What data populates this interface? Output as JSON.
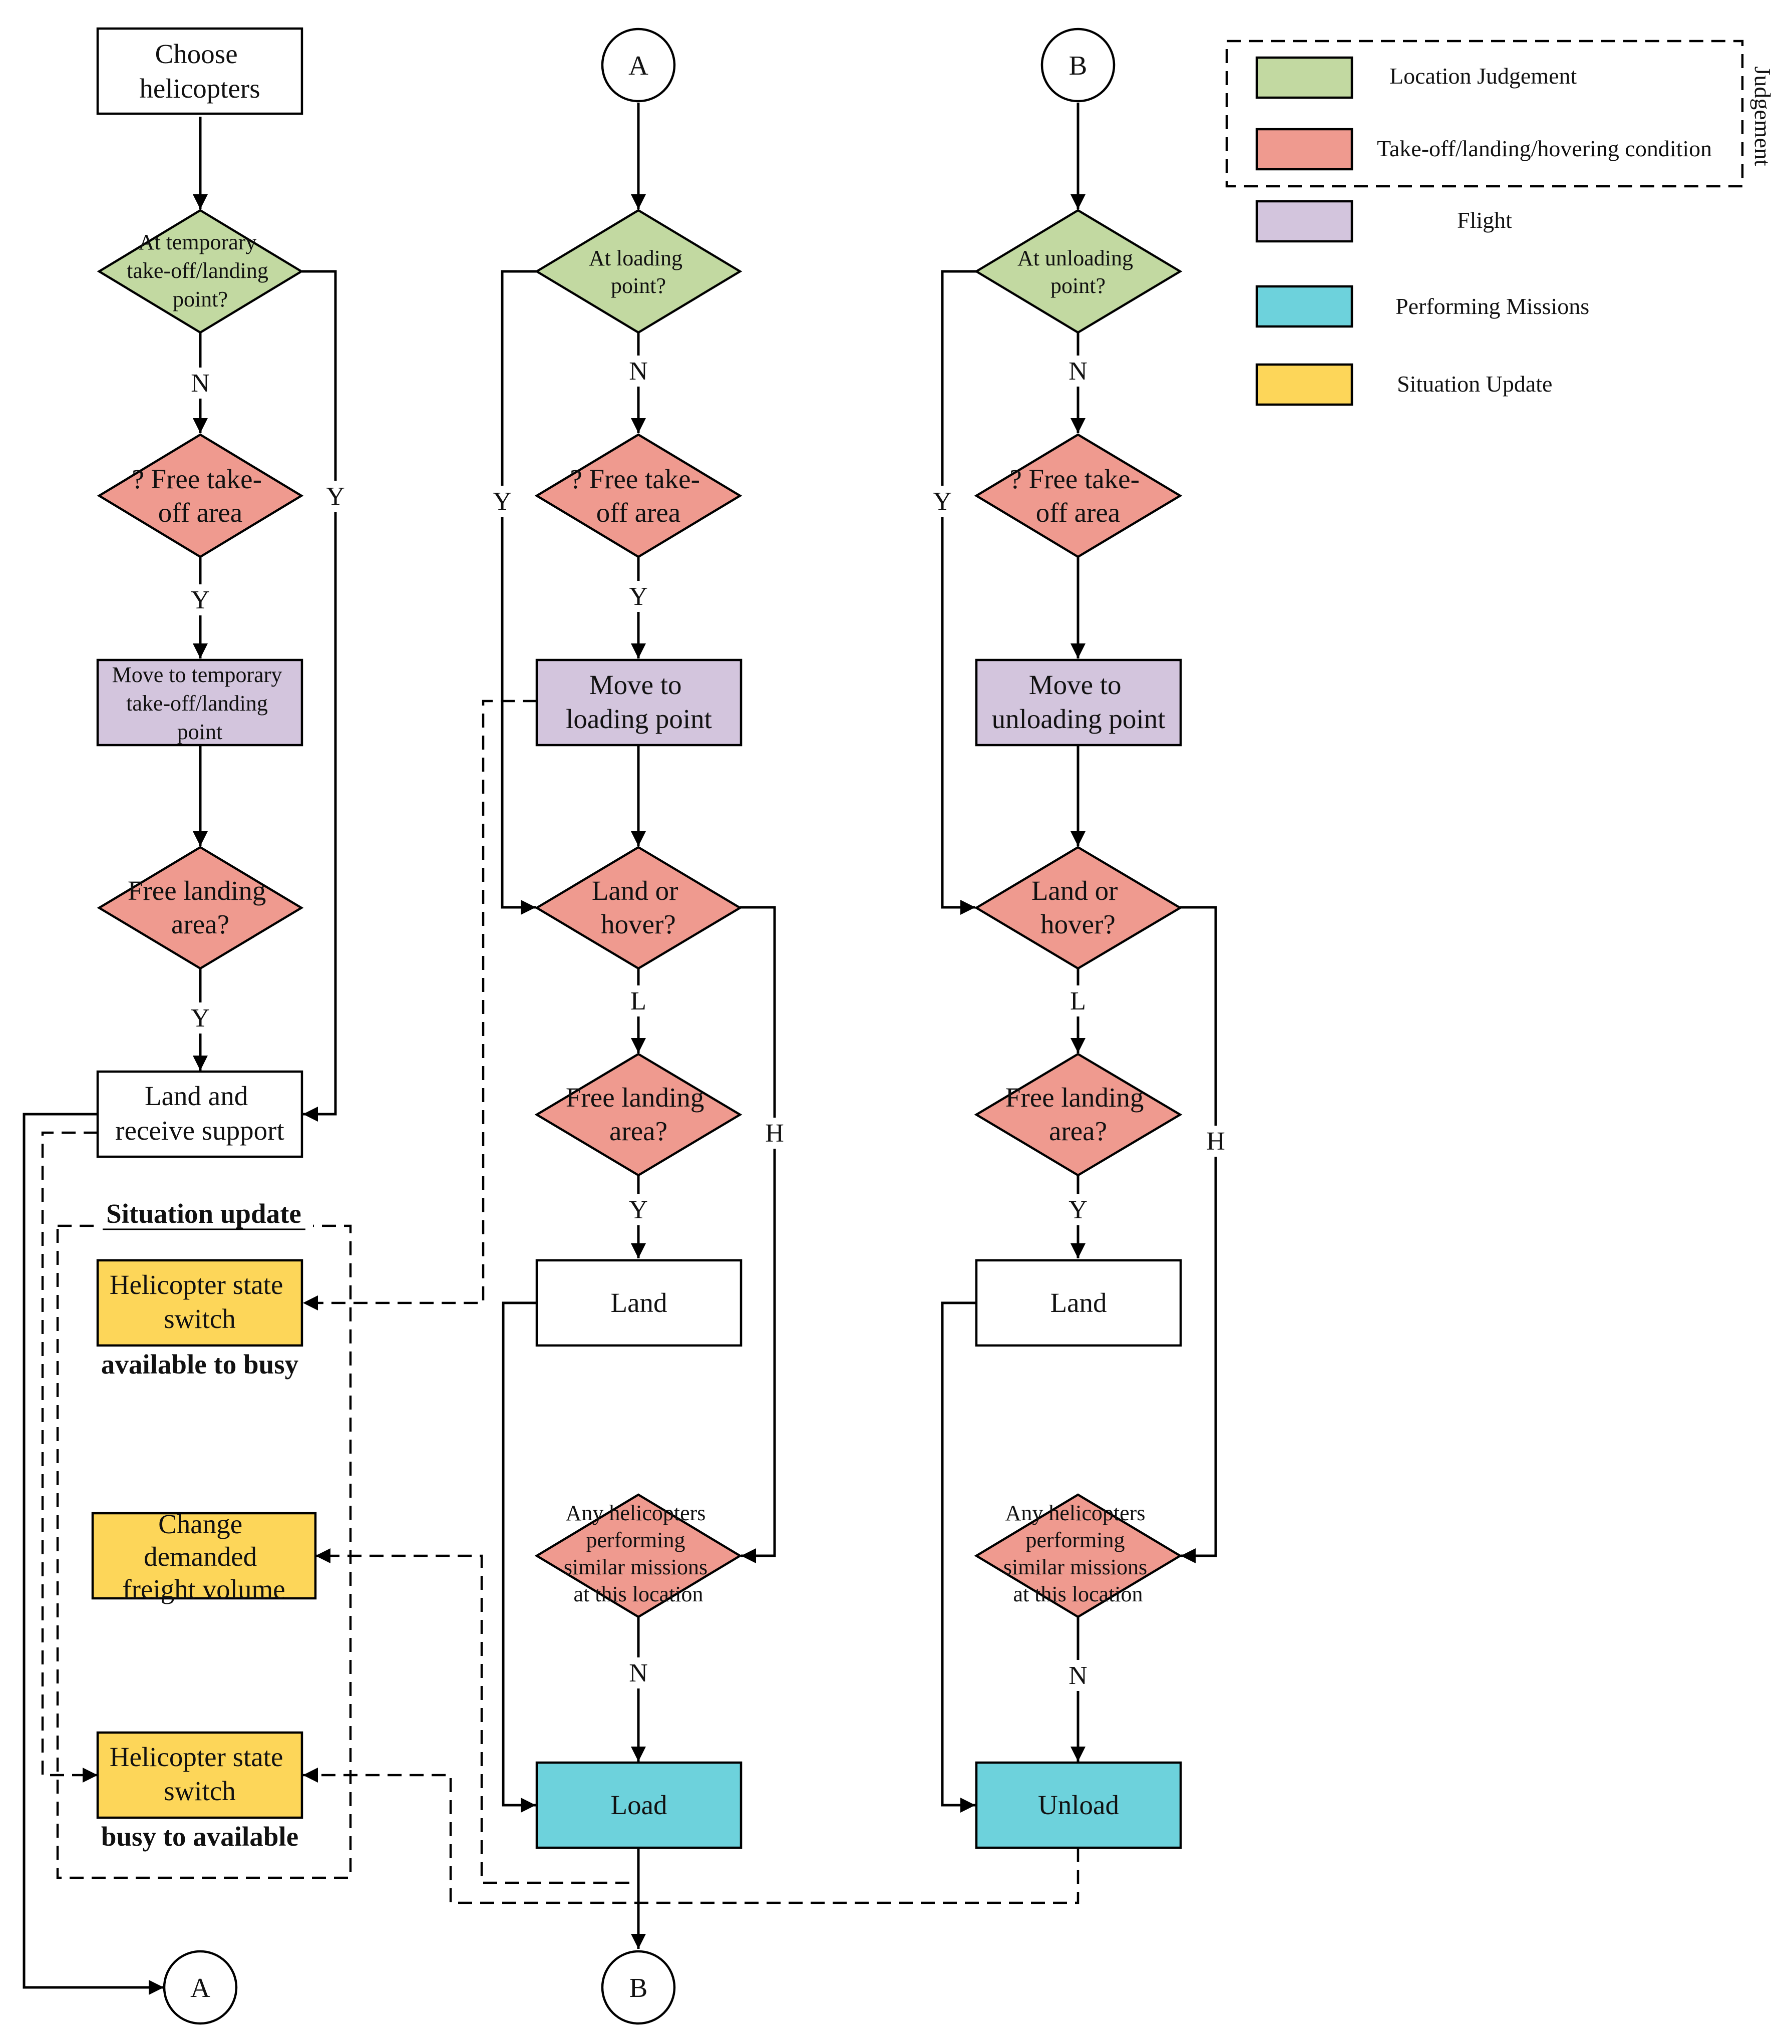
{
  "colors": {
    "location": "#c2d9a1",
    "condition": "#ef9a8f",
    "flight": "#d3c5dd",
    "mission": "#6dd2dc",
    "update": "#fdd659",
    "plain": "#ffffff"
  },
  "legend": {
    "location": "Location Judgement",
    "condition": "Take-off/landing/hovering condition",
    "group_label": "Judgement",
    "flight": "Flight",
    "mission": "Performing Missions",
    "update": "Situation Update"
  },
  "connectors": {
    "a": "A",
    "b": "B"
  },
  "col1": {
    "start": [
      "Choose",
      "helicopters"
    ],
    "at_point": [
      "At temporary",
      "take-off/landing",
      "point?"
    ],
    "free_takeoff": [
      "? Free take-",
      "off area"
    ],
    "move": [
      "Move to temporary",
      "take-off/landing",
      "point"
    ],
    "free_landing": [
      "Free landing",
      "area?"
    ],
    "land_support": [
      "Land and",
      "receive support"
    ]
  },
  "col2": {
    "at_point": [
      "At loading",
      "point?"
    ],
    "free_takeoff": [
      "? Free take-",
      "off area"
    ],
    "move": [
      "Move to",
      "loading point"
    ],
    "land_hover": [
      "Land or",
      "hover?"
    ],
    "free_landing": [
      "Free landing",
      "area?"
    ],
    "land": "Land",
    "any_heli": [
      "Any helicopters",
      "performing",
      "similar missions",
      "at this location"
    ],
    "mission": "Load"
  },
  "col3": {
    "at_point": [
      "At unloading",
      "point?"
    ],
    "free_takeoff": [
      "? Free take-",
      "off area"
    ],
    "move": [
      "Move to",
      "unloading point"
    ],
    "land_hover": [
      "Land or",
      "hover?"
    ],
    "free_landing": [
      "Free landing",
      "area?"
    ],
    "land": "Land",
    "any_heli": [
      "Any helicopters",
      "performing",
      "similar missions",
      "at this location"
    ],
    "mission": "Unload"
  },
  "situation": {
    "title": "Situation update",
    "state_switch_1": [
      "Helicopter state",
      "switch"
    ],
    "caption_1": "available to busy",
    "change_volume": [
      "Change",
      "demanded",
      "freight volume"
    ],
    "state_switch_2": [
      "Helicopter state",
      "switch"
    ],
    "caption_2": "busy to available"
  },
  "branch_labels": {
    "yes": "Y",
    "no": "N",
    "land": "L",
    "hover": "H"
  }
}
